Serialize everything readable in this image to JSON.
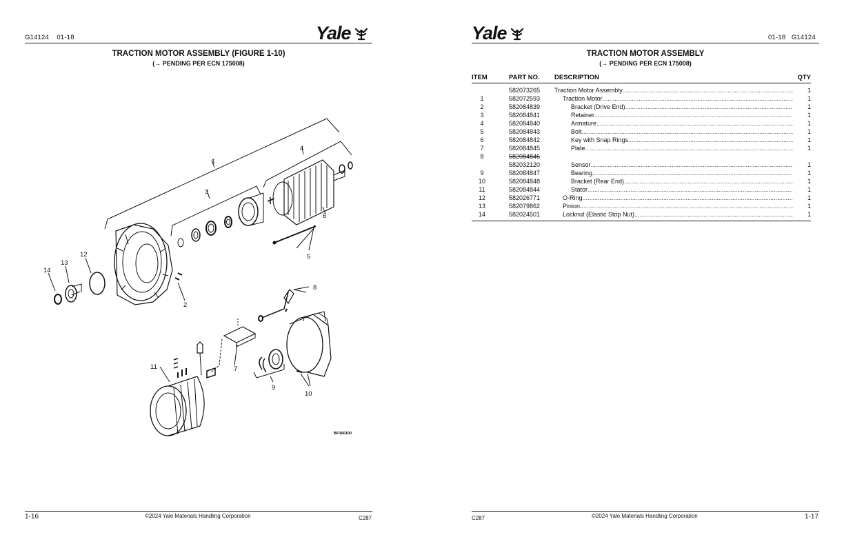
{
  "left_page": {
    "header_code": "G14124",
    "header_date": "01-18",
    "logo_text": "Yale",
    "title": "TRACTION MOTOR ASSEMBLY (FIGURE 1-10)",
    "subtitle": "(→ PENDING PER ECN 175008)",
    "figure_code": "BP160100",
    "callouts": [
      "1",
      "2",
      "3",
      "4",
      "5",
      "6",
      "7",
      "8",
      "9",
      "10",
      "11",
      "12",
      "13",
      "14"
    ],
    "page_number": "1-16",
    "copyright": "©2024 Yale Materials Handling Corporation",
    "doc_code": "C287"
  },
  "right_page": {
    "header_date": "01-18",
    "header_code": "G14124",
    "logo_text": "Yale",
    "title": "TRACTION MOTOR ASSEMBLY",
    "subtitle": "(→ PENDING PER ECN 175008)",
    "table": {
      "headers": {
        "item": "ITEM",
        "part": "PART NO.",
        "desc": "DESCRIPTION",
        "qty": "QTY"
      },
      "rows": [
        {
          "item": "",
          "part": "582073265",
          "desc": "Traction Motor Assembly",
          "indent": 0,
          "qty": "1",
          "struck": false
        },
        {
          "item": "1",
          "part": "582072593",
          "desc": "Traction Motor",
          "indent": 1,
          "qty": "1",
          "struck": false
        },
        {
          "item": "2",
          "part": "582084839",
          "desc": "Bracket (Drive End)",
          "indent": 2,
          "qty": "1",
          "struck": false
        },
        {
          "item": "3",
          "part": "582084841",
          "desc": "Retainer",
          "indent": 2,
          "qty": "1",
          "struck": false
        },
        {
          "item": "4",
          "part": "582084840",
          "desc": "Armature",
          "indent": 2,
          "qty": "1",
          "struck": false
        },
        {
          "item": "5",
          "part": "582084843",
          "desc": "Bolt",
          "indent": 2,
          "qty": "1",
          "struck": false
        },
        {
          "item": "6",
          "part": "582084842",
          "desc": "Key with Snap Rings",
          "indent": 2,
          "qty": "1",
          "struck": false
        },
        {
          "item": "7",
          "part": "582084845",
          "desc": "Plate",
          "indent": 2,
          "qty": "1",
          "struck": false
        },
        {
          "item": "8",
          "part": "582084846",
          "desc": "",
          "indent": 2,
          "qty": "",
          "struck": true
        },
        {
          "item": "",
          "part": "582032120",
          "desc": "Sensor",
          "indent": 2,
          "qty": "1",
          "struck": false
        },
        {
          "item": "9",
          "part": "582084847",
          "desc": "Bearing",
          "indent": 2,
          "qty": "1",
          "struck": false
        },
        {
          "item": "10",
          "part": "582084848",
          "desc": "Bracket (Rear End)",
          "indent": 2,
          "qty": "1",
          "struck": false
        },
        {
          "item": "11",
          "part": "582084844",
          "desc": "Stator",
          "indent": 2,
          "qty": "1",
          "struck": false
        },
        {
          "item": "12",
          "part": "582026771",
          "desc": "O-Ring",
          "indent": 1,
          "qty": "1",
          "struck": false
        },
        {
          "item": "13",
          "part": "582079862",
          "desc": "Pinion",
          "indent": 1,
          "qty": "1",
          "struck": false
        },
        {
          "item": "14",
          "part": "582024501",
          "desc": "Locknut (Elastic Stop Nut)",
          "indent": 1,
          "qty": "1",
          "struck": false
        }
      ]
    },
    "doc_code": "C287",
    "copyright": "©2024 Yale Materials Handling Corporation",
    "page_number": "1-17"
  }
}
